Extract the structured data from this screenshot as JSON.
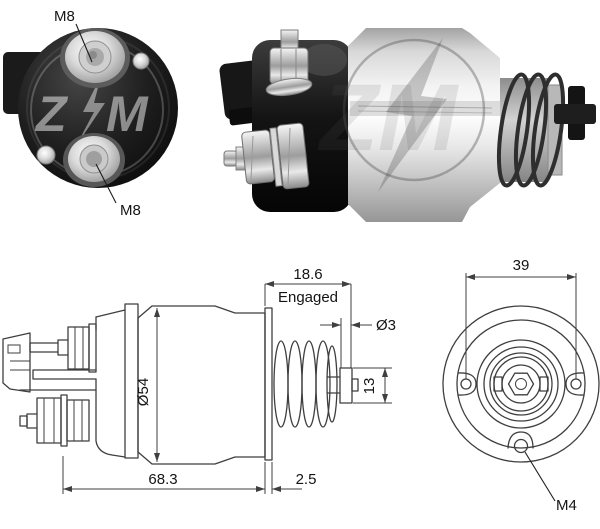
{
  "page": {
    "background": "#ffffff"
  },
  "brand": {
    "watermark_z": "Z",
    "watermark_m": "M",
    "watermark_zm": "ZM"
  },
  "rear_photo": {
    "top_terminal_label": "M8",
    "bottom_terminal_label": "M8"
  },
  "side_drawing": {
    "engaged_width": "18.6",
    "engaged_caption": "Engaged",
    "pin_diameter": "Ø3",
    "body_diameter": "Ø54",
    "pin_height": "13",
    "body_length": "68.3",
    "flange_thickness": "2.5"
  },
  "front_drawing": {
    "hole_spacing": "39",
    "mount_thread_label": "M4"
  },
  "colors": {
    "drawing_line": "#3f3f3f",
    "label_text": "#141414"
  }
}
